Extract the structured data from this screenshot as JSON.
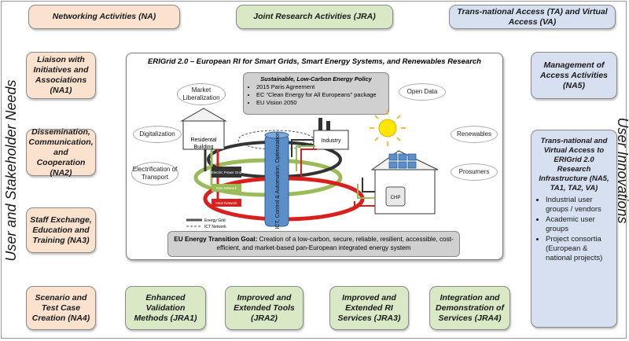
{
  "top": {
    "na": "Networking Activities (NA)",
    "jra": "Joint Research Activities (JRA)",
    "ta": "Trans-national Access (TA) and Virtual Access (VA)"
  },
  "left": {
    "na1": "Liaison with Initiatives and Associations (NA1)",
    "na2": "Dissemination, Communication, and Cooperation (NA2)",
    "na3": "Staff Exchange, Education and Training (NA3)",
    "na4": "Scenario and Test Case Creation (NA4)"
  },
  "bottom": {
    "jra1": "Enhanced Validation Methods (JRA1)",
    "jra2": "Improved and Extended Tools (JRA2)",
    "jra3": "Improved and Extended RI Services (JRA3)",
    "jra4": "Integration and Demonstration of Services (JRA4)"
  },
  "right": {
    "na5": "Management of Access Activities (NA5)",
    "list_title": "Trans-national and Virtual Access to ERIGrid 2.0 Research Infrastructure (NA5, TA1, TA2, VA)",
    "list_items": [
      "Industrial user groups / vendors",
      "Academic user groups",
      "Project consortia (European & national projects)"
    ]
  },
  "side": {
    "left": "User and Stakeholder Needs",
    "right": "User Innovations"
  },
  "center": {
    "title": "ERIGrid 2.0 – European RI for Smart Grids, Smart Energy Systems, and Renewables Research",
    "policy_title": "Sustainable, Low-Carbon Energy Policy",
    "policy_items": [
      "2015 Paris Agreement",
      "EC “Clean Energy for All Europeans” package",
      "EU Vision 2050"
    ],
    "market": "Market Liberalization",
    "open_data": "Open Data",
    "digitalization": "Digitalization",
    "renewables": "Renewables",
    "electrification": "Electrification of Transport",
    "prosumers": "Prosumers",
    "residential": "Residental Building",
    "industry": "Industry",
    "ict_label": "ICT, Control & Automation, Optimization",
    "power_grid": "Electric Power Grid",
    "gas_network": "Gas Network",
    "heat_network": "Heat Network",
    "chp": "CHP",
    "legend_energy": "Energy Grid",
    "legend_ict": "ICT Network",
    "goal_label": "EU Energy Transition Goal:",
    "goal_text": "Creation of a low-carbon, secure, reliable, resilient, accessible, cost-efficient, and market-based pan-European integrated energy system"
  },
  "colors": {
    "orange": "#fbe2cf",
    "green": "#d9e8c5",
    "blue": "#d6e0f0",
    "power_grid": "#333333",
    "gas_network": "#9bbb59",
    "heat_network": "#d9201c",
    "ict_tower": "#5b8fc9"
  }
}
